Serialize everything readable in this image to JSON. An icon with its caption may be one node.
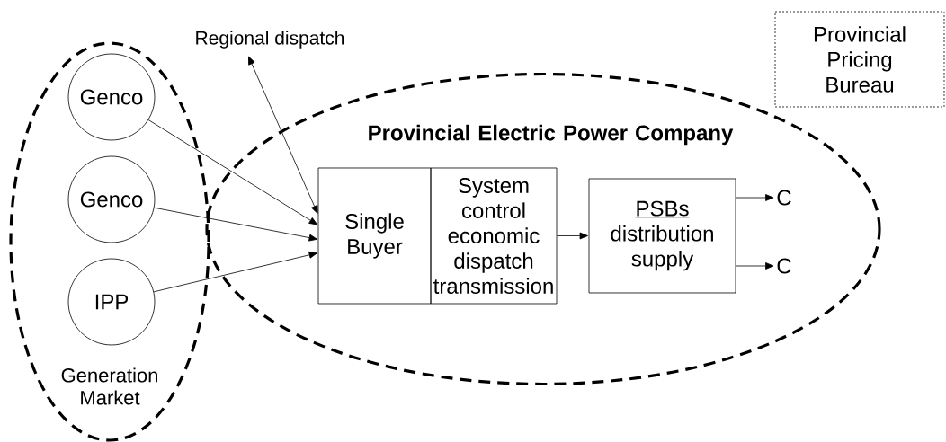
{
  "diagram": {
    "nodes": [
      {
        "text": [
          "Generation Market"
        ]
      },
      {
        "text": [
          "Provincial Electric Power Company"
        ]
      },
      {
        "text": [
          "Genco"
        ],
        "in": 0
      },
      {
        "text": [
          "Genco"
        ],
        "in": 0
      },
      {
        "text": [
          "IPP"
        ],
        "in": 0
      },
      {
        "text": [
          "Single Buyer"
        ],
        "in": 1
      },
      {
        "text": [
          "System control economic dispatch transmission"
        ],
        "in": 1
      },
      {
        "text": [
          "PSBs",
          "distribution supply"
        ],
        "in": 1
      },
      {
        "text": [
          "C"
        ],
        "in": 1
      },
      {
        "text": [
          "C"
        ],
        "in": 1
      },
      {
        "text": [
          "Regional dispatch"
        ]
      },
      {
        "text": [
          "Provincial Pricing Bureau"
        ]
      }
    ],
    "edges": [
      {
        "from": 2,
        "to": 5,
        "arrow": "to"
      },
      {
        "from": 3,
        "to": 5,
        "arrow": "to"
      },
      {
        "from": 4,
        "to": 5,
        "arrow": "to"
      },
      {
        "from": 10,
        "to": 5,
        "arrow": "both"
      },
      {
        "from": 6,
        "to": 7,
        "arrow": "to"
      },
      {
        "from": 7,
        "to": 8,
        "arrow": "to"
      },
      {
        "from": 7,
        "to": 9,
        "arrow": "to"
      }
    ]
  }
}
